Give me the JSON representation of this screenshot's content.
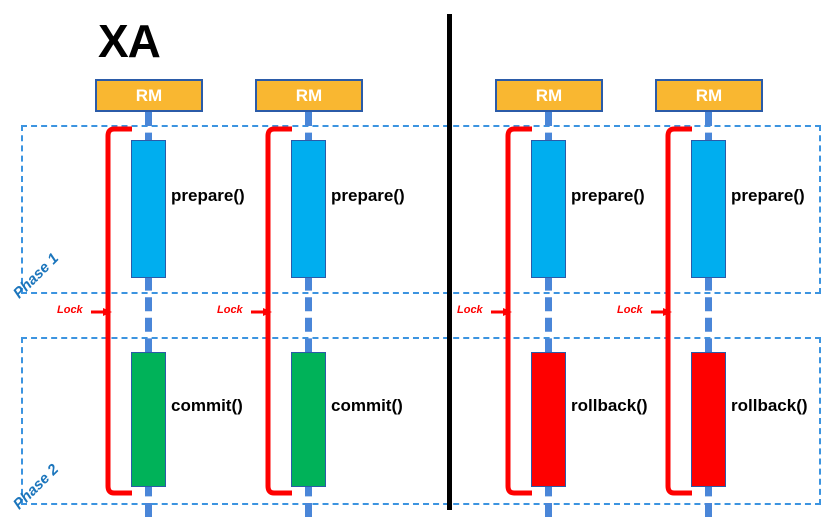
{
  "diagram": {
    "title": "XA",
    "type": "sequence-diagram",
    "description": "XA two-phase commit protocol: commit path (left) and rollback path (right)"
  },
  "colors": {
    "rm_fill": "#F9B731",
    "rm_border": "#2B5BA8",
    "lifeline": "#4A86D8",
    "prepare_bar": "#00AEEF",
    "commit_bar": "#00B259",
    "rollback_bar": "#FE0000",
    "lock_bracket": "#FE0000",
    "phase_region": "#3C94E0",
    "phase_text": "#1B75BC",
    "divider": "#000000",
    "label_text": "#000000"
  },
  "phases": [
    {
      "id": "phase1",
      "label": "Phase 1"
    },
    {
      "id": "phase2",
      "label": "Phase 2"
    }
  ],
  "lock_label": "Lock",
  "panels": [
    {
      "id": "commit-panel",
      "participants": [
        {
          "id": "rm-1",
          "name": "RM",
          "phase1_op": "prepare()",
          "phase2_op": "commit()"
        },
        {
          "id": "rm-2",
          "name": "RM",
          "phase1_op": "prepare()",
          "phase2_op": "commit()"
        }
      ]
    },
    {
      "id": "rollback-panel",
      "participants": [
        {
          "id": "rm-3",
          "name": "RM",
          "phase1_op": "prepare()",
          "phase2_op": "rollback()"
        },
        {
          "id": "rm-4",
          "name": "RM",
          "phase1_op": "prepare()",
          "phase2_op": "rollback()"
        }
      ]
    }
  ]
}
